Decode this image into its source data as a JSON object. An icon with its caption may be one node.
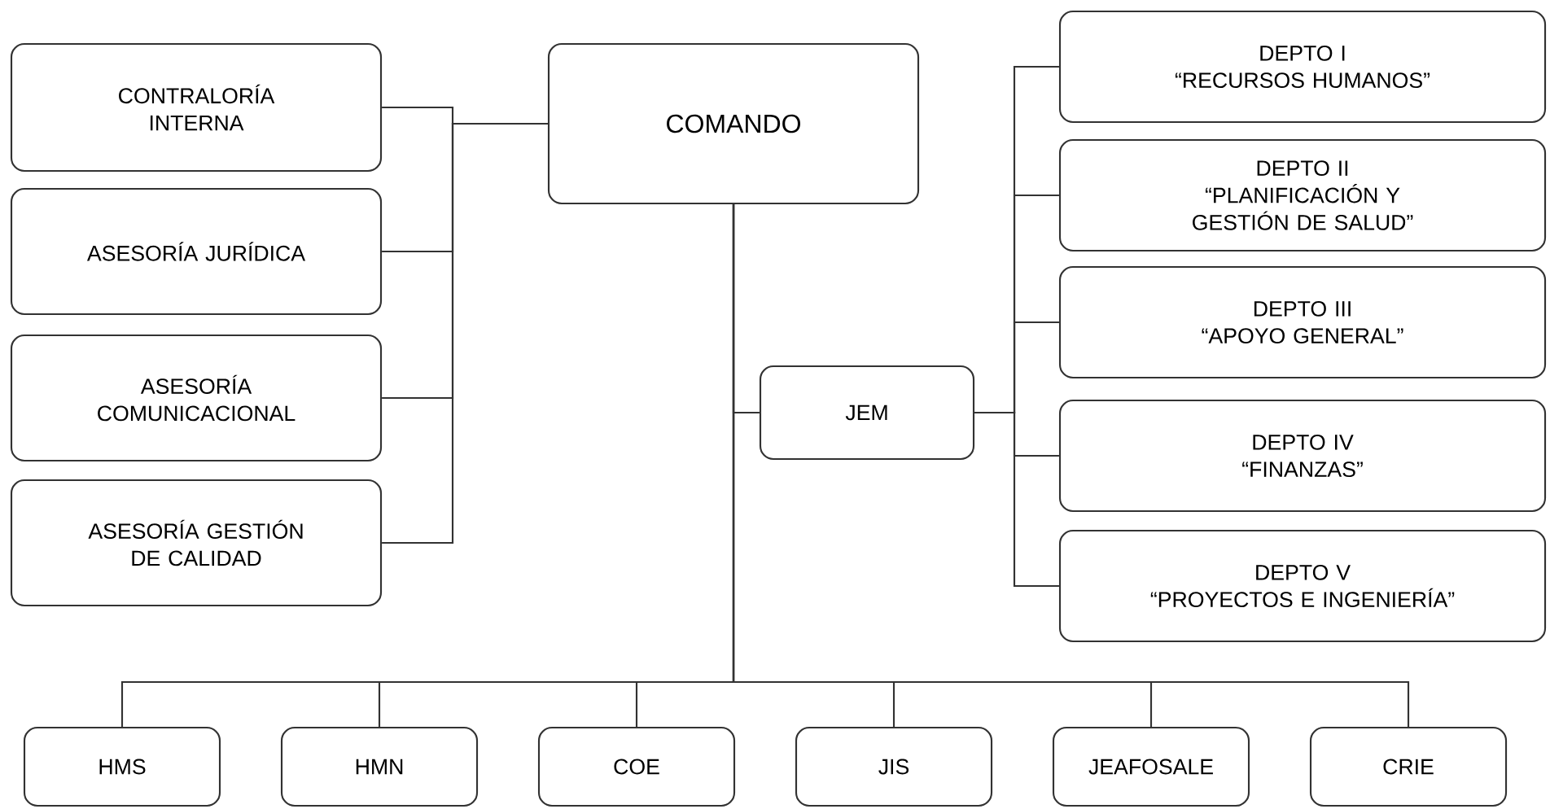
{
  "diagram": {
    "nodes": [
      {
        "text": [
          "COMANDO"
        ]
      },
      {
        "text": [
          "CONTRALORÍA INTERNA"
        ]
      },
      {
        "text": [
          "ASESORÍA JURÍDICA"
        ]
      },
      {
        "text": [
          "ASESORÍA COMUNICACIONAL"
        ]
      },
      {
        "text": [
          "ASESORÍA GESTIÓN DE CALIDAD"
        ]
      },
      {
        "text": [
          "JEM"
        ]
      },
      {
        "text": [
          "DEPTO I",
          "“RECURSOS HUMANOS”"
        ]
      },
      {
        "text": [
          "DEPTO II",
          "“PLANIFICACIÓN Y GESTIÓN DE SALUD”"
        ]
      },
      {
        "text": [
          "DEPTO III",
          "“APOYO GENERAL”"
        ]
      },
      {
        "text": [
          "DEPTO IV",
          "“FINANZAS”"
        ]
      },
      {
        "text": [
          "DEPTO V",
          "“PROYECTOS E INGENIERÍA”"
        ]
      },
      {
        "text": [
          "HMS"
        ]
      },
      {
        "text": [
          "HMN"
        ]
      },
      {
        "text": [
          "COE"
        ]
      },
      {
        "text": [
          "JIS"
        ]
      },
      {
        "text": [
          "JEAFOSALE"
        ]
      },
      {
        "text": [
          "CRIE"
        ]
      }
    ],
    "edges": [
      {
        "from": 0,
        "to": 1,
        "arrow": "none"
      },
      {
        "from": 0,
        "to": 2,
        "arrow": "none"
      },
      {
        "from": 0,
        "to": 3,
        "arrow": "none"
      },
      {
        "from": 0,
        "to": 4,
        "arrow": "none"
      },
      {
        "from": 0,
        "to": 5,
        "arrow": "none"
      },
      {
        "from": 5,
        "to": 6,
        "arrow": "none"
      },
      {
        "from": 5,
        "to": 7,
        "arrow": "none"
      },
      {
        "from": 5,
        "to": 8,
        "arrow": "none"
      },
      {
        "from": 5,
        "to": 9,
        "arrow": "none"
      },
      {
        "from": 5,
        "to": 10,
        "arrow": "none"
      },
      {
        "from": 0,
        "to": 11,
        "arrow": "none"
      },
      {
        "from": 0,
        "to": 12,
        "arrow": "none"
      },
      {
        "from": 0,
        "to": 13,
        "arrow": "none"
      },
      {
        "from": 0,
        "to": 14,
        "arrow": "none"
      },
      {
        "from": 0,
        "to": 15,
        "arrow": "none"
      },
      {
        "from": 0,
        "to": 16,
        "arrow": "none"
      }
    ]
  }
}
